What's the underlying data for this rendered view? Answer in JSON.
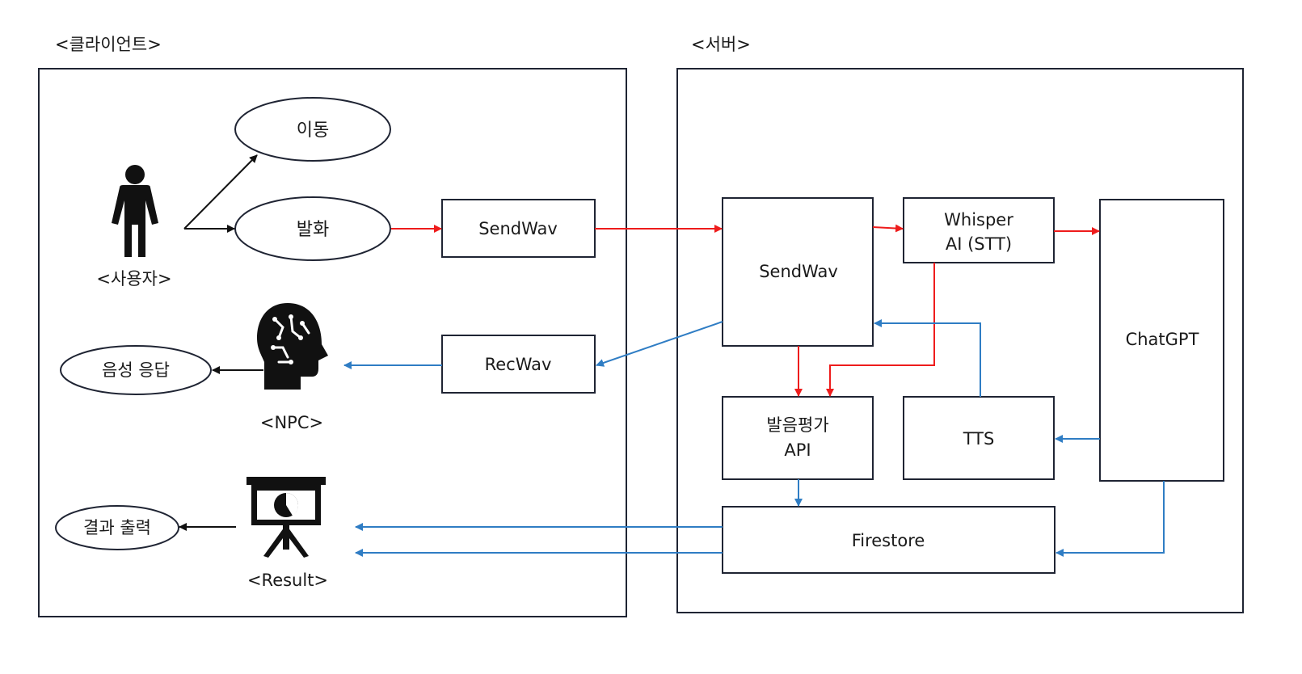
{
  "client": {
    "label": "<클라이언트>"
  },
  "server": {
    "label": "<서버>"
  },
  "client_nodes": {
    "move": "이동",
    "speak": "발화",
    "voice_response": "음성 응답",
    "result_output": "결과 출력",
    "send_wav": "SendWav",
    "rec_wav": "RecWav"
  },
  "actors": {
    "user": "<사용자>",
    "npc": "<NPC>",
    "result": "<Result>"
  },
  "server_nodes": {
    "send_wav": "SendWav",
    "whisper_line1": "Whisper",
    "whisper_line2": "AI (STT)",
    "chatgpt": "ChatGPT",
    "pron_line1": "발음평가",
    "pron_line2": "API",
    "tts": "TTS",
    "firestore": "Firestore"
  },
  "colors": {
    "request_flow": "#ee1c1c",
    "response_flow": "#2f7dc4",
    "user_flow": "#111111",
    "border": "#1f2433"
  },
  "icons": {
    "user": "person-icon",
    "npc": "ai-head-icon",
    "result": "presentation-chart-icon"
  }
}
